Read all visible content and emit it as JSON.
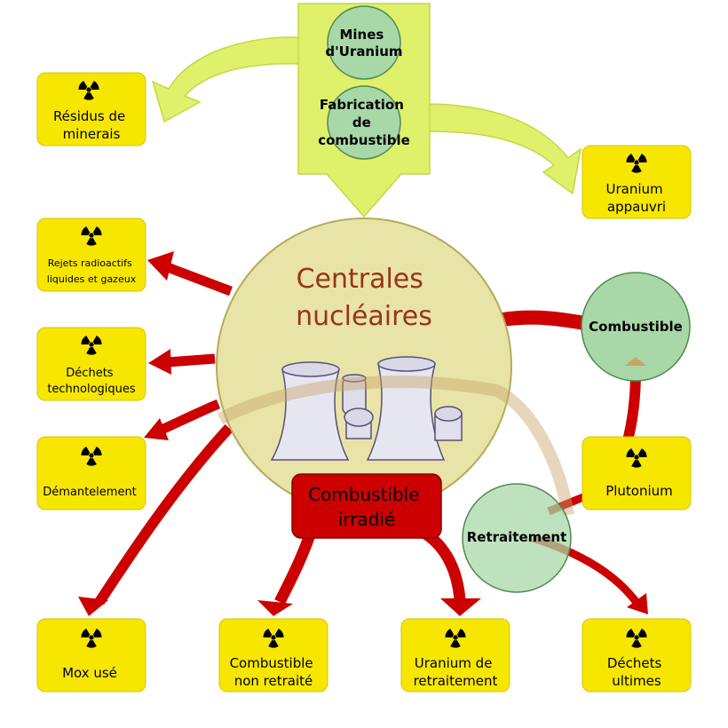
{
  "mines": "Mines\nd'Uranium",
  "fabrication": "Fabrication\nde\ncombustible",
  "centrales": "Centrales\nnucléaires",
  "irradie": "Combustible\nirradié",
  "combustible_circle": "Combustible",
  "retraitement": "Retraitement",
  "boxes": {
    "residus": "Résidus de\nminerais",
    "uranium_appauvri": "Uranium\nappauvri",
    "rejets": "Rejets radioactifs\nliquides et gazeux",
    "dechets_tech": "Déchets\ntechnologiques",
    "demantelement": "Démantelement",
    "plutonium": "Plutonium",
    "mox": "Mox usé",
    "non_retraite": "Combustible\nnon retraité",
    "uranium_retraitement": "Uranium de\nretraitement",
    "dechets_ultimes": "Déchets\nultimes"
  },
  "colors": {
    "box_fill": "#f7e700",
    "arrow_red": "#cc0000",
    "arrow_green": "#dff06a",
    "circle_green": "#a8d8a8",
    "plant_circle": "#e8e4a8",
    "plant_text": "#9a3412"
  },
  "icons": {
    "box_icon": "radioactive-icon",
    "plant_icon": "cooling-towers-icon"
  }
}
